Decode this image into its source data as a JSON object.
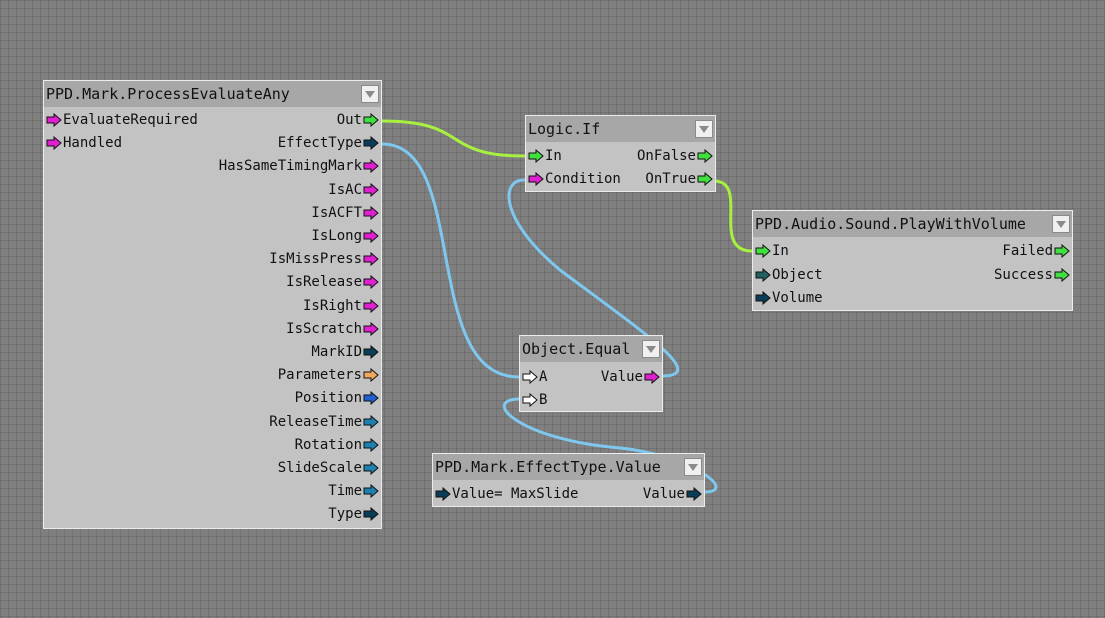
{
  "nodes": {
    "process": {
      "title": "PPD.Mark.ProcessEvaluateAny",
      "inputs": [
        {
          "label": "EvaluateRequired",
          "color": "#e020d0"
        },
        {
          "label": "Handled",
          "color": "#e020d0"
        }
      ],
      "outputs": [
        {
          "label": "Out",
          "color": "#40e040"
        },
        {
          "label": "EffectType",
          "color": "#0a3d58"
        },
        {
          "label": "HasSameTimingMark",
          "color": "#e020d0"
        },
        {
          "label": "IsAC",
          "color": "#e020d0"
        },
        {
          "label": "IsACFT",
          "color": "#e020d0"
        },
        {
          "label": "IsLong",
          "color": "#e020d0"
        },
        {
          "label": "IsMissPress",
          "color": "#e020d0"
        },
        {
          "label": "IsRelease",
          "color": "#e020d0"
        },
        {
          "label": "IsRight",
          "color": "#e020d0"
        },
        {
          "label": "IsScratch",
          "color": "#e020d0"
        },
        {
          "label": "MarkID",
          "color": "#0a3d58"
        },
        {
          "label": "Parameters",
          "color": "#f0a860"
        },
        {
          "label": "Position",
          "color": "#1f5fd0"
        },
        {
          "label": "ReleaseTime",
          "color": "#1f7fb0"
        },
        {
          "label": "Rotation",
          "color": "#1f7fb0"
        },
        {
          "label": "SlideScale",
          "color": "#1f7fb0"
        },
        {
          "label": "Time",
          "color": "#1f7fb0"
        },
        {
          "label": "Type",
          "color": "#0a3d58"
        }
      ]
    },
    "logic_if": {
      "title": "Logic.If",
      "inputs": [
        {
          "label": "In",
          "color": "#40e040"
        },
        {
          "label": "Condition",
          "color": "#e020d0"
        }
      ],
      "outputs": [
        {
          "label": "OnFalse",
          "color": "#40e040"
        },
        {
          "label": "OnTrue",
          "color": "#40e040"
        }
      ]
    },
    "play_sound": {
      "title": "PPD.Audio.Sound.PlayWithVolume",
      "inputs": [
        {
          "label": "In",
          "color": "#40e040"
        },
        {
          "label": "Object",
          "color": "#1f6060"
        },
        {
          "label": "Volume",
          "color": "#0a3d58"
        }
      ],
      "outputs": [
        {
          "label": "Failed",
          "color": "#40e040"
        },
        {
          "label": "Success",
          "color": "#40e040"
        }
      ]
    },
    "object_equal": {
      "title": "Object.Equal",
      "inputs": [
        {
          "label": "A",
          "color": "#ffffff"
        },
        {
          "label": "B",
          "color": "#ffffff"
        }
      ],
      "outputs": [
        {
          "label": "Value",
          "color": "#e020d0"
        }
      ]
    },
    "effect_type_value": {
      "title": "PPD.Mark.EffectType.Value",
      "inputs": [
        {
          "label": "Value= MaxSlide",
          "color": "#0a3d58"
        }
      ],
      "outputs": [
        {
          "label": "Value",
          "color": "#0a3d58"
        }
      ]
    }
  },
  "connections": [
    {
      "from": "process.Out",
      "to": "logic_if.In",
      "color": "#a8f040"
    },
    {
      "from": "logic_if.OnTrue",
      "to": "play_sound.In",
      "color": "#a8f040"
    },
    {
      "from": "process.EffectType",
      "to": "object_equal.A",
      "color": "#7ec8f0"
    },
    {
      "from": "object_equal.Value",
      "to": "logic_if.Condition",
      "color": "#7ec8f0"
    },
    {
      "from": "effect_type_value.Value",
      "to": "object_equal.B",
      "color": "#7ec8f0"
    }
  ]
}
